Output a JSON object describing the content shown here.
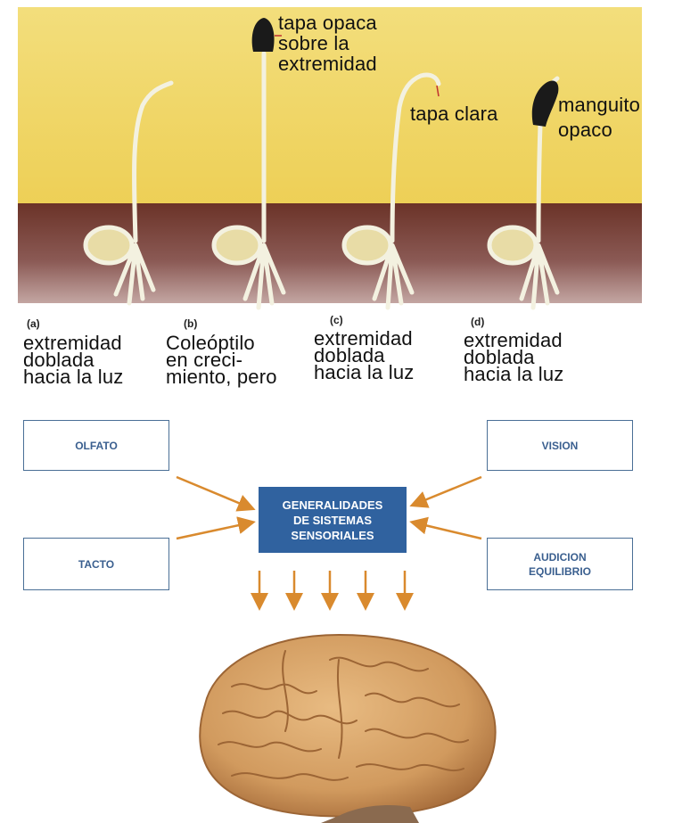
{
  "plants": {
    "a": {
      "tag": "(a)",
      "caption": "extremidad\ndoblada\nhacia la luz"
    },
    "b": {
      "tag": "(b)",
      "caption": "Coleóptilo\nen creci-\nmiento, pero",
      "note": "tapa opaca\nsobre la\nextremidad"
    },
    "c": {
      "tag": "(c)",
      "caption": "extremidad\ndoblada\nhacia la luz",
      "note": "tapa clara"
    },
    "d": {
      "tag": "(d)",
      "caption": "extremidad\ndoblada\nhacia la luz",
      "note": "manguito\nopaco"
    }
  },
  "diagram": {
    "center": "GENERALIDADES\nDE SISTEMAS\nSENSORIALES",
    "top_left": "OLFATO",
    "top_right": "VISION",
    "bottom_left": "TACTO",
    "bottom_right": "AUDICION\nEQUILIBRIO"
  },
  "colors": {
    "sky": "#f1d765",
    "soil": "#6e3a33",
    "box_border": "#4a6f96",
    "center_fill": "#30629f",
    "arrow": "#d98a2e",
    "brain": "#d9a56a"
  }
}
